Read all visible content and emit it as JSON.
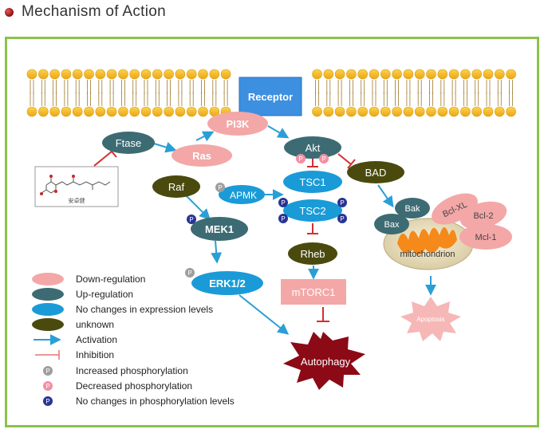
{
  "header": {
    "title": "Mechanism of Action"
  },
  "membrane": {
    "receptor_label": "Receptor"
  },
  "compound": {
    "caption": "安卓健"
  },
  "nodes": {
    "pi3k": "PI3K",
    "ftase": "Ftase",
    "ras": "Ras",
    "akt": "Akt",
    "raf": "Raf",
    "apmk": "APMK",
    "tsc1": "TSC1",
    "tsc2": "TSC2",
    "bad": "BAD",
    "mek1": "MEK1",
    "erk12": "ERK1/2",
    "rheb": "Rheb",
    "mtorc1": "mTORC1",
    "autophagy": "Autophagy",
    "bak": "Bak",
    "bax": "Bax",
    "bclxl": "Bcl-XL",
    "bcl2": "Bcl-2",
    "mcl1": "Mcl-1",
    "mitochondrion": "mitochondrion",
    "apoptosis": "Apoptosis",
    "phospho": "P"
  },
  "legend": {
    "down": "Down-regulation",
    "up": "Up-regulation",
    "nochange": "No changes in expression levels",
    "unknown": "unknown",
    "activation": "Activation",
    "inhibition": "Inhibition",
    "inc_phos": "Increased phosphorylation",
    "dec_phos": "Decreased phosphorylation",
    "nochange_phos": "No changes in phosphorylation levels"
  },
  "colors": {
    "frame": "#8bc34a",
    "down": "#f4a7a7",
    "up": "#3d6b73",
    "nochange": "#1a9bd7",
    "unknown": "#4a4a0e",
    "activation": "#2a9fd6",
    "inhibition": "#d32f2f",
    "inc_phos": "#9e9e9e",
    "dec_phos": "#f48fa0",
    "nochange_phos": "#283593",
    "receptor": "#3d8fe0",
    "membrane_head": "#f7b825",
    "autophagy": "#8b0a16",
    "mitochondrion": "#f5891a"
  }
}
